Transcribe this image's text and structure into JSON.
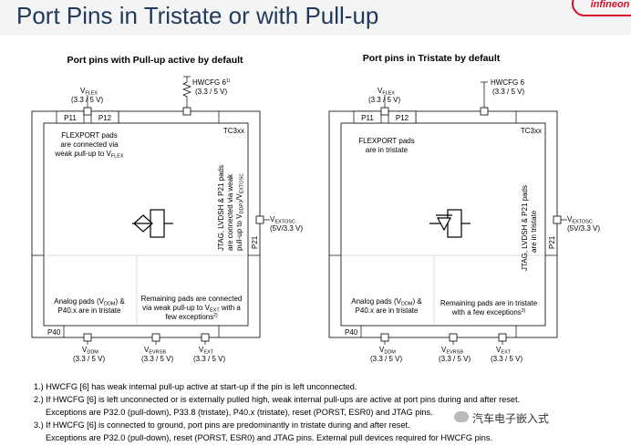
{
  "slide_title": "Port Pins in Tristate or with Pull-up",
  "logo_text": "infineon",
  "left": {
    "heading": "Port pins with Pull-up active by default",
    "hwcfg": "HWCFG 6",
    "hwcfg_sup": "1)",
    "hwcfg_voltage": "(3.3 / 5 V)",
    "vflex_main": "V",
    "vflex_sub": "FLEX",
    "vflex_voltage": "(3.3 / 5 V)",
    "p11": "P11",
    "p12": "P12",
    "chip": "TC3xx",
    "flexport_l1": "FLEXPORT pads",
    "flexport_l2": "are connected via",
    "flexport_l3": "weak pull-up to V",
    "flexport_l3_sub": "FLEX",
    "jtag_l1": "JTAG, LVDSH & P21 pads",
    "jtag_l2": "are connected via weak",
    "jtag_l3": "pull-up to V",
    "jtag_l3_sub": "DDP3",
    "jtag_l3_tail": "/V",
    "jtag_l3_sub2": "EXTOSC",
    "p21": "P21",
    "vextosc_main": "V",
    "vextosc_sub": "EXTOSC",
    "vextosc_voltage": "(5V/3.3 V)",
    "analog_l1": "Analog pads (V",
    "analog_l1_sub": "DDM",
    "analog_l1_tail": ") &",
    "analog_l2": "P40.x are in tristate",
    "remain_l1": "Remaining pads are connected",
    "remain_l2": "via weak pull-up to V",
    "remain_l2_sub": "EXT",
    "remain_l2_tail": " with a",
    "remain_l3": "few exceptions",
    "remain_l3_sup": "2)",
    "p40": "P40",
    "vddm_main": "V",
    "vddm_sub": "DDM",
    "vddm_voltage": "(3.3 / 5 V)",
    "vevrsb_main": "V",
    "vevrsb_sub": "EVRSB",
    "vevrsb_voltage": "(3.3 / 5 V)",
    "vext_main": "V",
    "vext_sub": "EXT",
    "vext_voltage": "(3.3 / 5 V)"
  },
  "right": {
    "heading": "Port pins in Tristate by default",
    "hwcfg": "HWCFG 6",
    "hwcfg_voltage": "(3.3 / 5 V)",
    "vflex_main": "V",
    "vflex_sub": "FLEX",
    "vflex_voltage": "(3.3 / 5 V)",
    "p11": "P11",
    "p12": "P12",
    "chip": "TC3xx",
    "flexport_l1": "FLEXPORT pads",
    "flexport_l2": "are in tristate",
    "jtag_l1": "JTAG, LVDSH & P21 pads",
    "jtag_l2": "are in tristate",
    "p21": "P21",
    "vextosc_main": "V",
    "vextosc_sub": "EXTOSC",
    "vextosc_voltage": "(5V/3.3 V)",
    "analog_l1": "Analog pads (V",
    "analog_l1_sub": "DDM",
    "analog_l1_tail": ") &",
    "analog_l2": "P40.x are in tristate",
    "remain_l1": "Remaining pads are in tristate",
    "remain_l2": "with a few exceptions",
    "remain_l2_sup": "3)",
    "p40": "P40",
    "vddm_main": "V",
    "vddm_sub": "DDM",
    "vddm_voltage": "(3.3 / 5 V)",
    "vevrsb_main": "V",
    "vevrsb_sub": "EVRSB",
    "vevrsb_voltage": "(3.3 / 5 V)",
    "vext_main": "V",
    "vext_sub": "EXT",
    "vext_voltage": "(3.3 / 5 V)"
  },
  "footnotes": [
    "1.) HWCFG [6] has weak internal pull-up active at start-up if the pin is left unconnected.",
    "2.) If HWCFG [6] is left unconnected or is externally pulled high, weak internal pull-ups are active at  port pins during and after reset.",
    "Exceptions are P32.0 (pull-down), P33.8 (tristate), P40.x (tristate), reset (PORST, ESR0) and JTAG pins.",
    "3.) If HWCFG [6] is connected to ground, port pins are predominantly in tristate during and after reset.",
    "Exceptions are P32.0 (pull-down), reset (PORST, ESR0) and JTAG pins. External pull devices required for HWCFG pins."
  ],
  "watermark": "汽车电子嵌入式"
}
